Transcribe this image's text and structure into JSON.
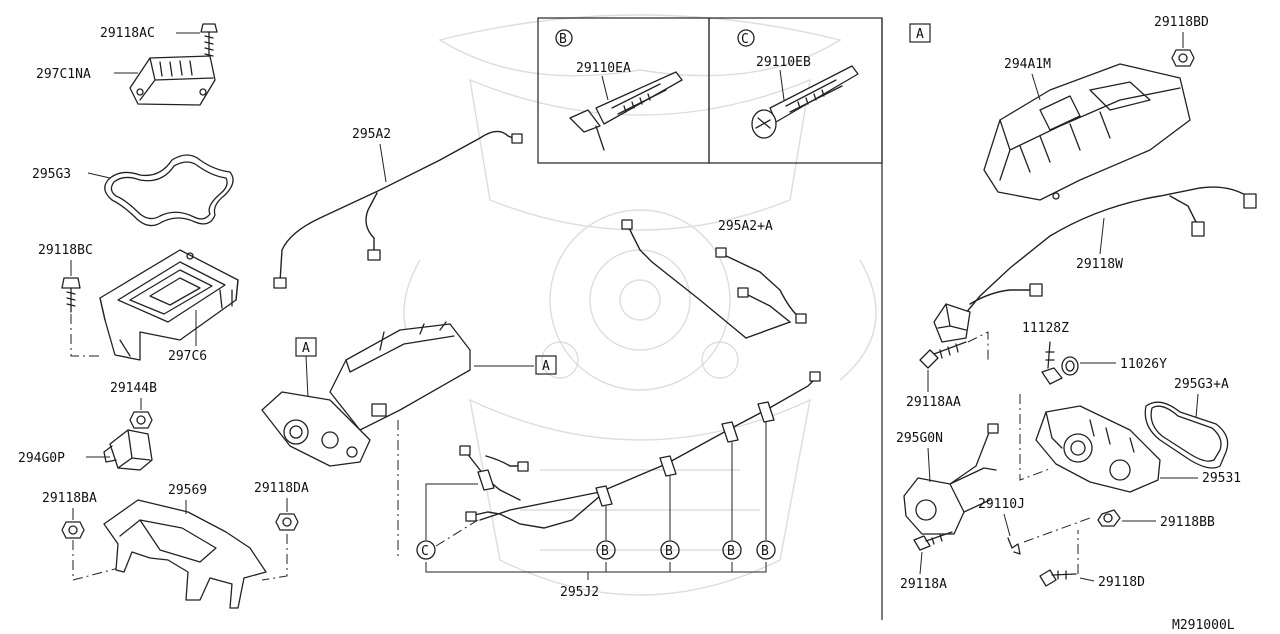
{
  "diagram_code": "M291000L",
  "part_numbers": {
    "p29118AC": "29118AC",
    "p297C1NA": "297C1NA",
    "p295G3": "295G3",
    "p29118BC": "29118BC",
    "p297C6": "297C6",
    "p29144B": "29144B",
    "p294G0P": "294G0P",
    "p29118BA": "29118BA",
    "p29569": "29569",
    "p29118DA": "29118DA",
    "p295A2": "295A2",
    "p29110EA": "29110EA",
    "p29110EB": "29110EB",
    "p295A2A": "295A2+A",
    "p295J2": "295J2",
    "p29118BD": "29118BD",
    "p294A1M": "294A1M",
    "p29118W": "29118W",
    "p11128Z": "11128Z",
    "p11026Y": "11026Y",
    "p29118AA": "29118AA",
    "p295G3A": "295G3+A",
    "p295G0N": "295G0N",
    "p29110J": "29110J",
    "p29531": "29531",
    "p29118BB": "29118BB",
    "p29118A": "29118A",
    "p29118D": "29118D"
  },
  "markers": {
    "ref_a": "A",
    "ref_b": "B",
    "ref_c": "C"
  }
}
